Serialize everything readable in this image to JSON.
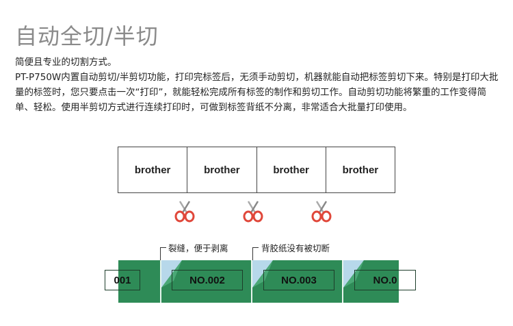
{
  "title": "自动全切/半切",
  "intro": "简便且专业的切割方式。",
  "body": "PT-P750W内置自动剪切/半剪切功能，打印完标签后，无须手动剪切，机器就能自动把标签剪切下来。特别是打印大批量的标签时，您只要点击一次“打印”，就能轻松完成所有标签的制作和剪切工作。自动剪切功能将繁重的工作变得简单、轻松。使用半剪切方式进行连续打印时，可做到标签背纸不分离，非常适合大批量打印使用。",
  "strip_labels": [
    "brother",
    "brother",
    "brother",
    "brother"
  ],
  "callouts": [
    "裂缝，便于剥离",
    "背胶纸没有被切断"
  ],
  "tape_labels": [
    "001",
    "NO.002",
    "NO.003",
    "NO.0"
  ],
  "colors": {
    "tape": "#2e8b57",
    "scissors": "#e0473a",
    "title": "#8a8a8a"
  },
  "icons": [
    "scissors-icon",
    "scissors-icon",
    "scissors-icon"
  ]
}
